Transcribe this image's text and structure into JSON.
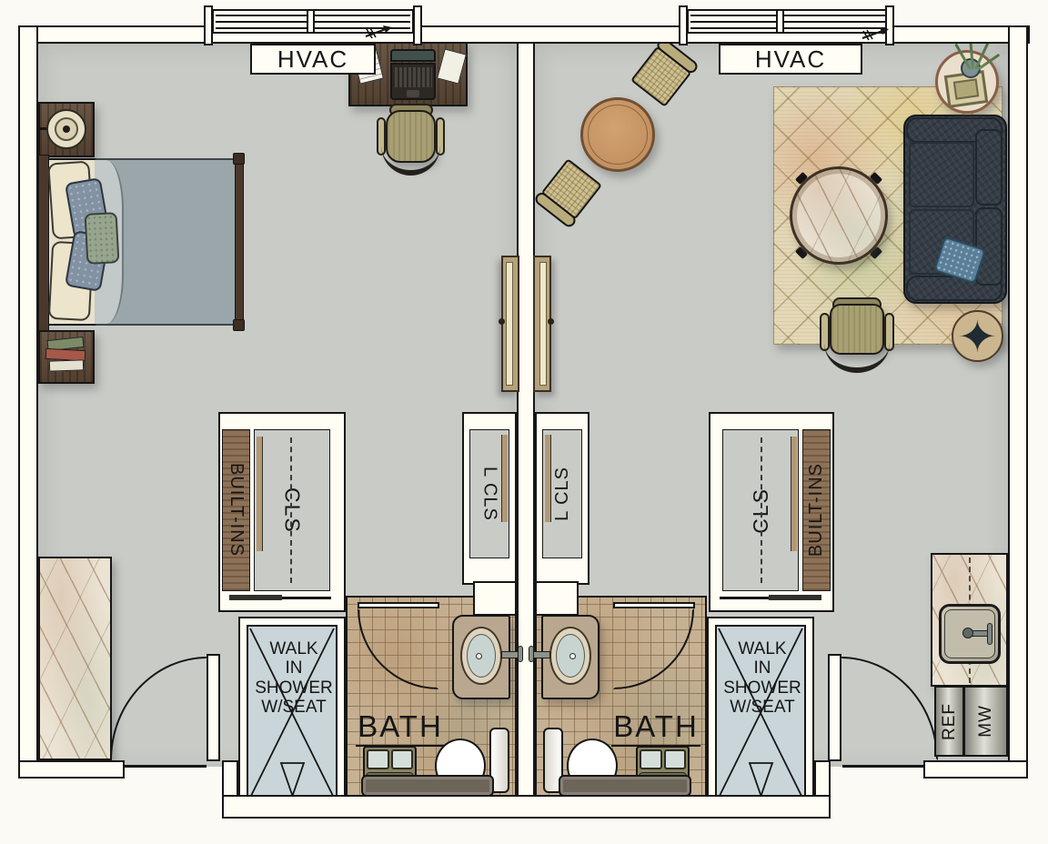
{
  "units": {
    "left": {
      "hvac_label": "HVAC",
      "built_ins_label": "BUILT-INS",
      "closet_label": "CLS",
      "linen_closet_label": "L CLS",
      "shower_lines": [
        "WALK",
        "IN",
        "SHOWER",
        "W/SEAT"
      ],
      "bath_label": "BATH"
    },
    "right": {
      "hvac_label": "HVAC",
      "built_ins_label": "BUILT-INS",
      "closet_label": "CLS",
      "linen_closet_label": "L CLS",
      "shower_lines": [
        "WALK",
        "IN",
        "SHOWER",
        "W/SEAT"
      ],
      "bath_label": "BATH",
      "refrigerator_label": "REF",
      "microwave_label": "MW"
    }
  },
  "icons": {
    "star_ornament": "✦"
  },
  "colors": {
    "floor": "#c9cbc7",
    "wall": "#fffdf4",
    "outline": "#161616",
    "bath_tile": "#c6b193",
    "shower_floor": "#c9d5d8",
    "sofa": "#343c45",
    "rug_base": "#e3d8b8",
    "wood_dark": "#5d4836",
    "built_ins_wood": "#8d7257",
    "marble": "#ebe3d3",
    "accent_pillow": "#5a7f99"
  }
}
